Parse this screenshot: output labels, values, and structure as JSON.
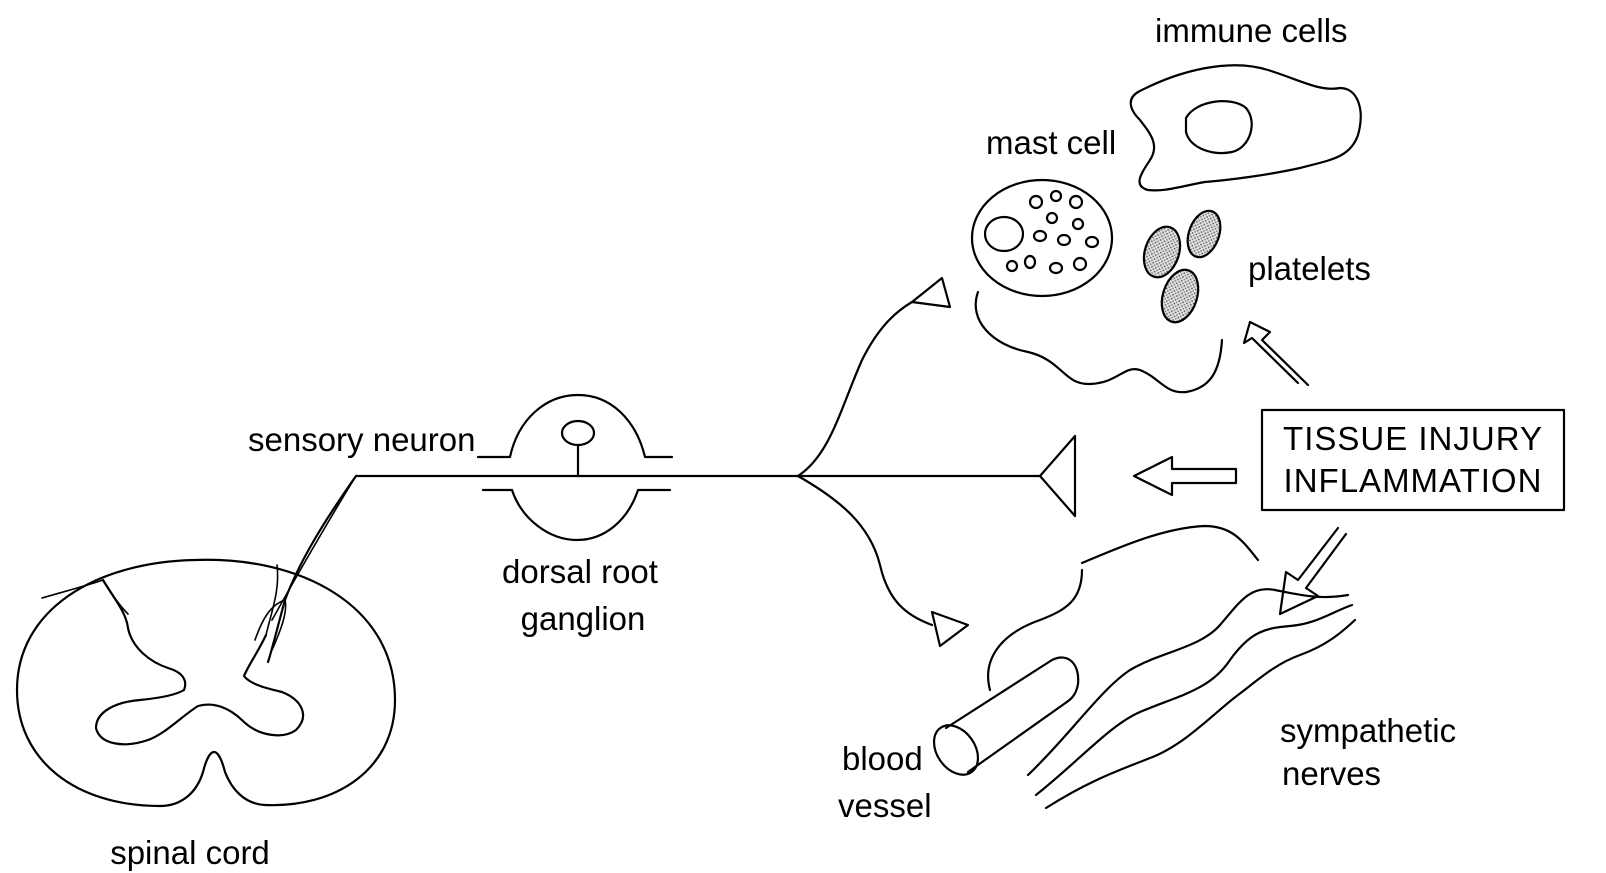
{
  "labels": {
    "immune_cells": "immune cells",
    "mast_cell": "mast cell",
    "platelets": "platelets",
    "sensory_neuron": "sensory neuron",
    "dorsal_root": "dorsal root",
    "ganglion": "ganglion",
    "spinal_cord": "spinal cord",
    "blood": "blood",
    "vessel": "vessel",
    "sympathetic": "sympathetic",
    "nerves": "nerves"
  },
  "injury_box": {
    "line1": "TISSUE INJURY",
    "line2": "INFLAMMATION"
  },
  "colors": {
    "ink": "#000000",
    "background": "#ffffff",
    "platelet_fill": "#bdbdbd"
  }
}
